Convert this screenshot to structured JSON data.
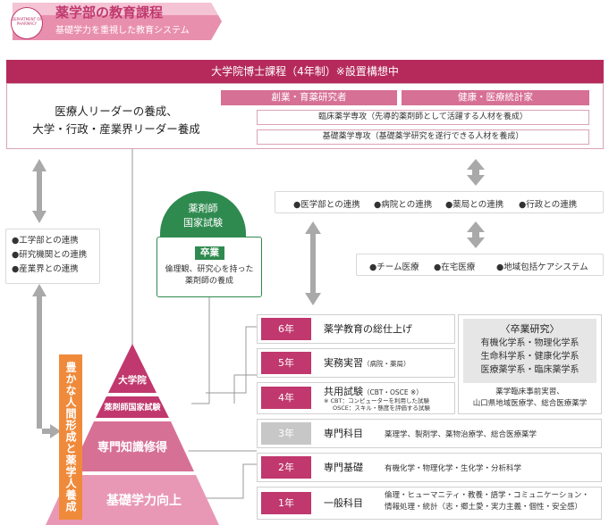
{
  "header": {
    "badge_text": "DEPARTMENT OF PHARMACY",
    "title": "薬学部の教育課程",
    "subtitle": "基礎学力を重視した教育システム"
  },
  "doctoral": {
    "title": "大学院博士課程（4年制）※設置構想中",
    "leader_line1": "医療人リーダーの養成、",
    "leader_line2": "大学・行政・産業界リーダー養成",
    "groups": [
      "創業・育薬研究者",
      "健康・医療統計家"
    ],
    "specialties": [
      "臨床薬学専攻（先導的薬剤師として活躍する人材を養成）",
      "基礎薬学専攻（基礎薬学研究を遂行できる人材を養成）"
    ]
  },
  "connections": {
    "left": [
      "●工学部との連携",
      "●研究機関との連携",
      "●産業界との連携"
    ],
    "top": [
      "●医学部との連携",
      "●病院との連携",
      "●薬局との連携",
      "●行政との連携"
    ],
    "middle": [
      "●チーム医療",
      "●在宅医療",
      "●地域包括ケアシステム"
    ]
  },
  "exam": {
    "title_line1": "薬剤師",
    "title_line2": "国家試験",
    "graduation": "卒業",
    "desc_line1": "倫理観、研究心を持った",
    "desc_line2": "薬剤師の養成"
  },
  "research": {
    "title": "〈卒業研究〉",
    "fields": [
      "有機化学系・物理化学系",
      "生命科学系・健康化学系",
      "医療薬学系・臨床薬学系"
    ],
    "practice_line1": "薬学臨床事前実習、",
    "practice_line2": "山口県地域医療学、総合医療薬学"
  },
  "years": [
    {
      "label": "6年",
      "title": "薬学教育の総仕上げ",
      "sub": "",
      "detail": ""
    },
    {
      "label": "5年",
      "title": "実務実習",
      "sub": "（病院・薬局）",
      "detail": ""
    },
    {
      "label": "4年",
      "title": "共用試験",
      "sub": "（CBT・OSCE ※）",
      "detail_line1": "※ CBT：コンピューターを利用した試験",
      "detail_line2": "OSCE：スキル・態度を評価する試験"
    },
    {
      "label": "3年",
      "title": "専門科目",
      "sub": "",
      "detail": "薬理学、製剤学、薬物治療学、総合医療薬学"
    },
    {
      "label": "2年",
      "title": "専門基礎",
      "sub": "",
      "detail": "有機化学・物理化学・生化学・分析科学"
    },
    {
      "label": "1年",
      "title": "一般科目",
      "sub": "",
      "detail_line1": "倫理・ヒューマニティ・教養・語学・コミュニケーション・",
      "detail_line2": "情報処理・統計（志・郷土愛・実力主義・個性・安全感）"
    }
  ],
  "pyramid": {
    "top_label": "大学院",
    "exam_label": "薬剤師国家試験",
    "middle_label": "専門知識修得",
    "bottom_label": "基礎学力向上",
    "vertical_label": "豊かな人間形成と薬学人養成"
  },
  "colors": {
    "primary": "#c0386d",
    "dark": "#b52a5b",
    "light": "#d77095",
    "green": "#2f8a4f",
    "orange": "#f08a3b",
    "gray": "#c7c7c7"
  }
}
